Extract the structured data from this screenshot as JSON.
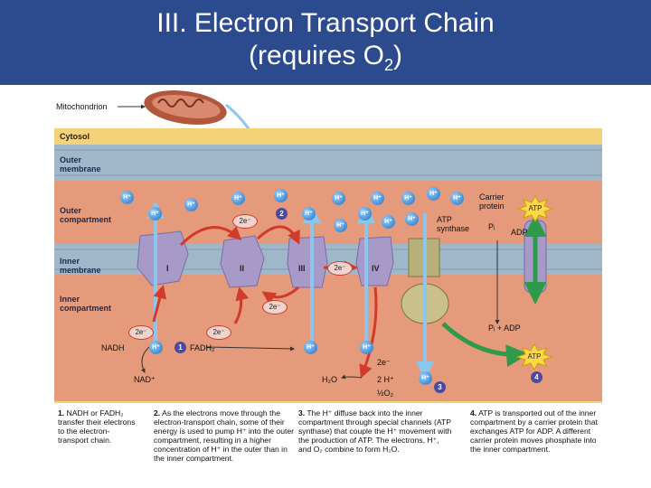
{
  "title": {
    "line1": "III. Electron Transport Chain",
    "line2_prefix": "(requires O",
    "line2_sub": "2",
    "line2_suffix": ")"
  },
  "labels": {
    "mitochondrion": "Mitochondrion",
    "cytosol": "Cytosol",
    "outer_membrane": [
      "Outer",
      "membrane"
    ],
    "outer_compartment": [
      "Outer",
      "compartment"
    ],
    "inner_membrane": [
      "Inner",
      "membrane"
    ],
    "inner_compartment": [
      "Inner",
      "compartment"
    ],
    "carrier_protein": [
      "Carrier",
      "protein"
    ],
    "atp_synthase": [
      "ATP",
      "synthase"
    ],
    "complex_1": "I",
    "complex_2": "II",
    "complex_3": "III",
    "complex_4": "IV",
    "h_ion": "H⁺",
    "two_e": "2e⁻",
    "nadh": "NADH",
    "nad": "NAD⁺",
    "fadh2": "FADH₂",
    "h2o": "H₂O",
    "two_h": "2 H⁺",
    "half_o2": "½O₂",
    "pi_plus_adp": "Pᵢ + ADP",
    "pi": "Pᵢ",
    "adp": "ADP",
    "atp": "ATP"
  },
  "step_numbers": [
    "1",
    "2",
    "3",
    "4"
  ],
  "captions": [
    {
      "num": "1.",
      "text": "NADH or FADH₂ transfer their electrons to the electron-transport chain."
    },
    {
      "num": "2.",
      "text": "As the electrons move through the electron-transport chain, some of their energy is used to pump H⁺ into the outer compartment, resulting in a higher concentration of H⁺ in the outer than in the inner compartment."
    },
    {
      "num": "3.",
      "text": "The H⁺ diffuse back into the inner compartment through special channels (ATP synthase) that couple the H⁺ movement with the production of ATP. The electrons, H⁺, and O₂ combine to form H₂O."
    },
    {
      "num": "4.",
      "text": "ATP is transported out of the inner compartment by a carrier protein that exchanges ATP for ADP. A different carrier protein moves phosphate into the inner compartment."
    }
  ],
  "colors": {
    "title_bar": "#2c4a8e",
    "cytosol": "#f3d27a",
    "membrane": "#9fb7c9",
    "compartment": "#e49a7b",
    "complex": "#a79ac9",
    "electron_arrow": "#d23a2a",
    "h_arrow": "#8cc6ee",
    "atp_arrow": "#2e9a4a"
  }
}
